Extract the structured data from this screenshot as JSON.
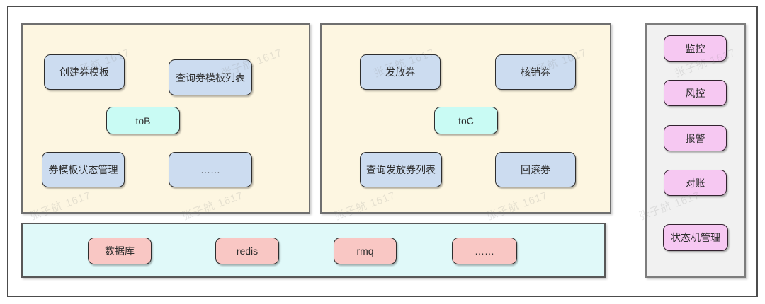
{
  "watermark_text": "张子航 1617",
  "colors": {
    "panel_cream": "#fdf6e1",
    "panel_infra_bg": "#e0f9f9",
    "panel_side_bg": "#f1f1f1",
    "node_blue": "#ccdcf0",
    "node_cyan": "#c9fbf4",
    "node_pink": "#f9c7c4",
    "node_magenta": "#f6c8f2"
  },
  "tob_panel": {
    "create_template": "创建券模板",
    "query_template_list": "查询券模板列表",
    "tag": "toB",
    "template_status_mgmt": "券模板状态管理",
    "more": "……"
  },
  "toc_panel": {
    "issue_coupon": "发放券",
    "redeem_coupon": "核销券",
    "tag": "toC",
    "query_issued_list": "查询发放券列表",
    "rollback_coupon": "回滚券"
  },
  "infra_panel": {
    "items": [
      "数据库",
      "redis",
      "rmq",
      "……"
    ]
  },
  "side_panel": {
    "items": [
      "监控",
      "风控",
      "报警",
      "对账",
      "状态机管理"
    ]
  }
}
